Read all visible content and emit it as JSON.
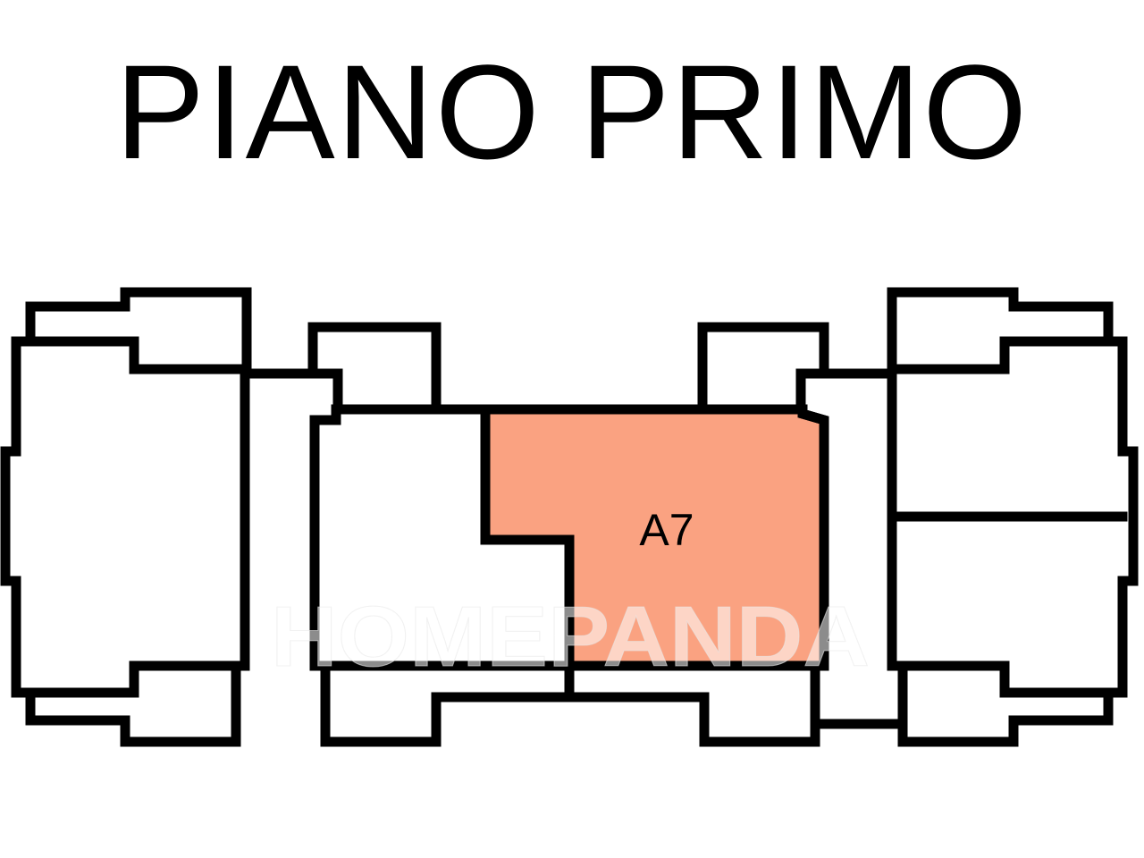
{
  "title": "PIANO PRIMO",
  "units": [
    {
      "label": "A7",
      "highlighted": true
    }
  ],
  "watermark": "HOMEPANDA",
  "colors": {
    "highlight": "#FAA281",
    "walls": "#000000",
    "background": "#ffffff"
  }
}
